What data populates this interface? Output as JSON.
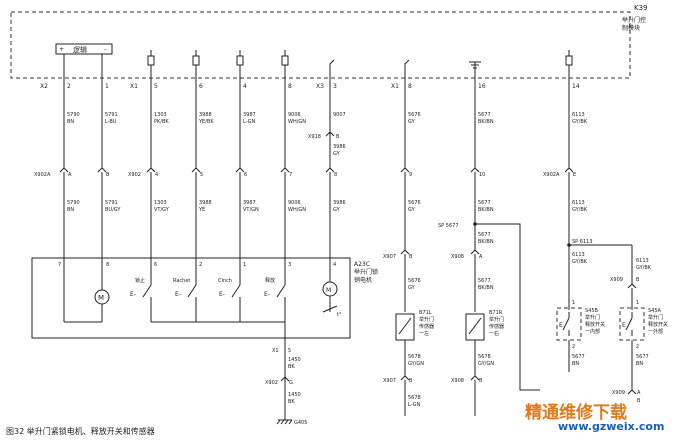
{
  "module": {
    "id": "K39",
    "name_line1": "举升门控",
    "name_line2": "制模块",
    "logic": "逻辑"
  },
  "connectors": {
    "x2": "X2",
    "x1_top": "X1",
    "x3": "X3",
    "x1_right": "X1",
    "x902a_left": "X902A",
    "x902": "X902",
    "x902a_right": "X902A",
    "x918": "X918",
    "x907_top": "X907",
    "x908_top": "X908",
    "x909_top": "X909",
    "x1_bottom": "X1",
    "x902_bottom": "X902",
    "x907_bottom": "X907",
    "x908_bottom": "X908",
    "x909_bottom": "X909"
  },
  "top_pins": [
    "2",
    "1",
    "5",
    "6",
    "4",
    "8",
    "3",
    "8",
    "16",
    "14"
  ],
  "upper_wires": [
    {
      "circuit": "5790",
      "color": "BN"
    },
    {
      "circuit": "5791",
      "color": "L-BU"
    },
    {
      "circuit": "1303",
      "color": "PK/BK"
    },
    {
      "circuit": "3988",
      "color": "YE/BK"
    },
    {
      "circuit": "3987",
      "color": "L-GN"
    },
    {
      "circuit": "9006",
      "color": "WH/GN"
    },
    {
      "circuit": "9007",
      "color": ""
    },
    {
      "circuit": "5676",
      "color": "GY"
    },
    {
      "circuit": "5677",
      "color": "BK/BN"
    },
    {
      "circuit": "6113",
      "color": "GY/BK"
    }
  ],
  "x918_wire": {
    "pin": "B",
    "circuit": "3986",
    "color": "GY"
  },
  "mid_pins": [
    "A",
    "B",
    "4",
    "5",
    "6",
    "7",
    "8",
    "9",
    "10",
    "E"
  ],
  "lower_wires": [
    {
      "circuit": "5790",
      "color": "BN"
    },
    {
      "circuit": "5791",
      "color": "BU/GY"
    },
    {
      "circuit": "1303",
      "color": "VT/GY"
    },
    {
      "circuit": "3988",
      "color": "YE"
    },
    {
      "circuit": "3987",
      "color": "VT/GN"
    },
    {
      "circuit": "9006",
      "color": "WH/GN"
    },
    {
      "circuit": "3986",
      "color": "GY"
    },
    {
      "circuit": "5676",
      "color": "GY"
    },
    {
      "circuit": "5677",
      "color": "BK/BN"
    },
    {
      "circuit": "6113",
      "color": "GY/BK"
    }
  ],
  "latch": {
    "id": "A23C",
    "name_line1": "举升门锁",
    "name_line2": "销电机",
    "pins": [
      "7",
      "8",
      "6",
      "2",
      "1",
      "3",
      "4"
    ],
    "switches": [
      "锁止",
      "Rachet",
      "Cinch",
      "释放"
    ],
    "ground": {
      "pin": "5",
      "circuit": "1450",
      "color": "BK",
      "connector_pin": "G",
      "wire2_circuit": "1450",
      "wire2_color": "BK",
      "ground_id": "G405"
    }
  },
  "splices": {
    "sp5677": "SP 5677",
    "sp6113": "SP 6113",
    "sp5677_wire": {
      "circuit": "5677",
      "color": "BK/BN"
    },
    "sp6113_left": {
      "circuit": "6113",
      "color": "GY/BK"
    },
    "sp6113_right": {
      "circuit": "6113",
      "color": "GY/BK"
    }
  },
  "sensors": [
    {
      "id": "B71L",
      "line1": "举升门",
      "line2": "传感器",
      "line3": "一左",
      "pin_top": "B",
      "upper": {
        "circuit": "5676",
        "color": "GY"
      },
      "lower": {
        "circuit": "5678",
        "color": "GY/GN"
      },
      "bottom_pin": "B",
      "bottom": {
        "circuit": "5678",
        "color": "L-GN"
      }
    },
    {
      "id": "B71R",
      "line1": "举升门",
      "line2": "传感器",
      "line3": "一右",
      "pin_top": "A",
      "upper": {
        "circuit": "5677",
        "color": "BK/BN"
      },
      "lower": {
        "circuit": "5678",
        "color": "GY/GN"
      },
      "bottom_pin": "B",
      "bottom": null
    }
  ],
  "switches": [
    {
      "id": "S45B",
      "line1": "举升门",
      "line2": "释放开关",
      "line3": "一内部",
      "pin_top": "1",
      "pin_bottom": "2",
      "lower": {
        "circuit": "5677",
        "color": "BN"
      }
    },
    {
      "id": "S45A",
      "line1": "举升门",
      "line2": "释放开关",
      "line3": "一外部",
      "pin_top": "1",
      "pin_bottom": "2",
      "lower": {
        "circuit": "5677",
        "color": "BN"
      },
      "x909_pin": "B",
      "x909_bottom_pins": [
        "A",
        "B"
      ]
    }
  ],
  "caption": "图32  举升门紧锁电机、释放开关和传感器",
  "watermark": {
    "line1": "精通维修下载",
    "line2": "www.gzweix.com"
  },
  "colors": {
    "wm_orange": "#e07a1c",
    "wm_blue": "#1a5fb4"
  }
}
